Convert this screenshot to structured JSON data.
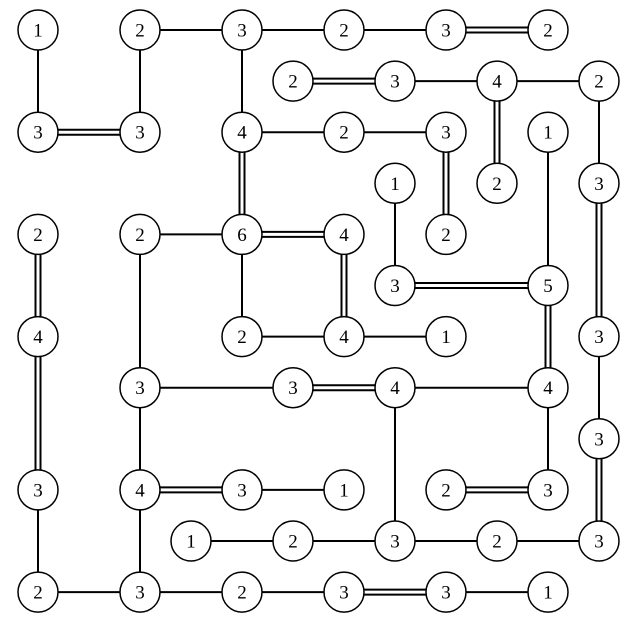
{
  "puzzle": {
    "type": "hashi",
    "nodes": [
      {
        "c": 0,
        "r": 0,
        "v": "1"
      },
      {
        "c": 2,
        "r": 0,
        "v": "2"
      },
      {
        "c": 4,
        "r": 0,
        "v": "3"
      },
      {
        "c": 6,
        "r": 0,
        "v": "2"
      },
      {
        "c": 8,
        "r": 0,
        "v": "3"
      },
      {
        "c": 10,
        "r": 0,
        "v": "2"
      },
      {
        "c": 5,
        "r": 1,
        "v": "2"
      },
      {
        "c": 7,
        "r": 1,
        "v": "3"
      },
      {
        "c": 9,
        "r": 1,
        "v": "4"
      },
      {
        "c": 11,
        "r": 1,
        "v": "2"
      },
      {
        "c": 0,
        "r": 2,
        "v": "3"
      },
      {
        "c": 2,
        "r": 2,
        "v": "3"
      },
      {
        "c": 4,
        "r": 2,
        "v": "4"
      },
      {
        "c": 6,
        "r": 2,
        "v": "2"
      },
      {
        "c": 8,
        "r": 2,
        "v": "3"
      },
      {
        "c": 10,
        "r": 2,
        "v": "1"
      },
      {
        "c": 7,
        "r": 3,
        "v": "1"
      },
      {
        "c": 9,
        "r": 3,
        "v": "2"
      },
      {
        "c": 11,
        "r": 3,
        "v": "3"
      },
      {
        "c": 0,
        "r": 4,
        "v": "2"
      },
      {
        "c": 2,
        "r": 4,
        "v": "2"
      },
      {
        "c": 4,
        "r": 4,
        "v": "6"
      },
      {
        "c": 6,
        "r": 4,
        "v": "4"
      },
      {
        "c": 8,
        "r": 4,
        "v": "2"
      },
      {
        "c": 7,
        "r": 5,
        "v": "3"
      },
      {
        "c": 10,
        "r": 5,
        "v": "5"
      },
      {
        "c": 0,
        "r": 6,
        "v": "4"
      },
      {
        "c": 4,
        "r": 6,
        "v": "2"
      },
      {
        "c": 6,
        "r": 6,
        "v": "4"
      },
      {
        "c": 8,
        "r": 6,
        "v": "1"
      },
      {
        "c": 11,
        "r": 6,
        "v": "3"
      },
      {
        "c": 2,
        "r": 7,
        "v": "3"
      },
      {
        "c": 5,
        "r": 7,
        "v": "3"
      },
      {
        "c": 7,
        "r": 7,
        "v": "4"
      },
      {
        "c": 10,
        "r": 7,
        "v": "4"
      },
      {
        "c": 11,
        "r": 8,
        "v": "3"
      },
      {
        "c": 0,
        "r": 9,
        "v": "3"
      },
      {
        "c": 2,
        "r": 9,
        "v": "4"
      },
      {
        "c": 4,
        "r": 9,
        "v": "3"
      },
      {
        "c": 6,
        "r": 9,
        "v": "1"
      },
      {
        "c": 8,
        "r": 9,
        "v": "2"
      },
      {
        "c": 10,
        "r": 9,
        "v": "3"
      },
      {
        "c": 3,
        "r": 10,
        "v": "1"
      },
      {
        "c": 5,
        "r": 10,
        "v": "2"
      },
      {
        "c": 7,
        "r": 10,
        "v": "3"
      },
      {
        "c": 9,
        "r": 10,
        "v": "2"
      },
      {
        "c": 11,
        "r": 10,
        "v": "3"
      },
      {
        "c": 0,
        "r": 11,
        "v": "2"
      },
      {
        "c": 2,
        "r": 11,
        "v": "3"
      },
      {
        "c": 4,
        "r": 11,
        "v": "2"
      },
      {
        "c": 6,
        "r": 11,
        "v": "3"
      },
      {
        "c": 8,
        "r": 11,
        "v": "3"
      },
      {
        "c": 10,
        "r": 11,
        "v": "1"
      }
    ],
    "bridges": [
      [
        [
          0,
          0
        ],
        [
          0,
          2
        ],
        1
      ],
      [
        [
          2,
          0
        ],
        [
          4,
          0
        ],
        1
      ],
      [
        [
          2,
          0
        ],
        [
          2,
          2
        ],
        1
      ],
      [
        [
          4,
          0
        ],
        [
          6,
          0
        ],
        1
      ],
      [
        [
          4,
          0
        ],
        [
          4,
          2
        ],
        1
      ],
      [
        [
          6,
          0
        ],
        [
          8,
          0
        ],
        1
      ],
      [
        [
          8,
          0
        ],
        [
          10,
          0
        ],
        2
      ],
      [
        [
          5,
          1
        ],
        [
          7,
          1
        ],
        2
      ],
      [
        [
          7,
          1
        ],
        [
          9,
          1
        ],
        1
      ],
      [
        [
          9,
          1
        ],
        [
          11,
          1
        ],
        1
      ],
      [
        [
          9,
          1
        ],
        [
          9,
          3
        ],
        2
      ],
      [
        [
          11,
          1
        ],
        [
          11,
          3
        ],
        1
      ],
      [
        [
          0,
          2
        ],
        [
          2,
          2
        ],
        2
      ],
      [
        [
          4,
          2
        ],
        [
          6,
          2
        ],
        1
      ],
      [
        [
          6,
          2
        ],
        [
          8,
          2
        ],
        1
      ],
      [
        [
          8,
          2
        ],
        [
          8,
          4
        ],
        2
      ],
      [
        [
          4,
          2
        ],
        [
          4,
          4
        ],
        2
      ],
      [
        [
          10,
          2
        ],
        [
          10,
          5
        ],
        1
      ],
      [
        [
          11,
          3
        ],
        [
          11,
          6
        ],
        2
      ],
      [
        [
          7,
          3
        ],
        [
          7,
          5
        ],
        1
      ],
      [
        [
          0,
          4
        ],
        [
          0,
          6
        ],
        2
      ],
      [
        [
          2,
          4
        ],
        [
          4,
          4
        ],
        1
      ],
      [
        [
          2,
          4
        ],
        [
          2,
          7
        ],
        1
      ],
      [
        [
          4,
          4
        ],
        [
          6,
          4
        ],
        2
      ],
      [
        [
          4,
          4
        ],
        [
          4,
          6
        ],
        1
      ],
      [
        [
          6,
          4
        ],
        [
          6,
          6
        ],
        2
      ],
      [
        [
          7,
          5
        ],
        [
          10,
          5
        ],
        2
      ],
      [
        [
          10,
          5
        ],
        [
          10,
          7
        ],
        2
      ],
      [
        [
          0,
          6
        ],
        [
          0,
          9
        ],
        2
      ],
      [
        [
          4,
          6
        ],
        [
          6,
          6
        ],
        1
      ],
      [
        [
          6,
          6
        ],
        [
          8,
          6
        ],
        1
      ],
      [
        [
          11,
          6
        ],
        [
          11,
          8
        ],
        1
      ],
      [
        [
          2,
          7
        ],
        [
          5,
          7
        ],
        1
      ],
      [
        [
          5,
          7
        ],
        [
          7,
          7
        ],
        2
      ],
      [
        [
          7,
          7
        ],
        [
          10,
          7
        ],
        1
      ],
      [
        [
          7,
          7
        ],
        [
          7,
          10
        ],
        1
      ],
      [
        [
          2,
          7
        ],
        [
          2,
          9
        ],
        1
      ],
      [
        [
          10,
          7
        ],
        [
          10,
          9
        ],
        1
      ],
      [
        [
          11,
          8
        ],
        [
          11,
          10
        ],
        2
      ],
      [
        [
          0,
          9
        ],
        [
          0,
          11
        ],
        1
      ],
      [
        [
          2,
          9
        ],
        [
          4,
          9
        ],
        2
      ],
      [
        [
          4,
          9
        ],
        [
          6,
          9
        ],
        1
      ],
      [
        [
          8,
          9
        ],
        [
          10,
          9
        ],
        2
      ],
      [
        [
          2,
          9
        ],
        [
          2,
          11
        ],
        1
      ],
      [
        [
          3,
          10
        ],
        [
          5,
          10
        ],
        1
      ],
      [
        [
          5,
          10
        ],
        [
          7,
          10
        ],
        1
      ],
      [
        [
          7,
          10
        ],
        [
          9,
          10
        ],
        1
      ],
      [
        [
          9,
          10
        ],
        [
          11,
          10
        ],
        1
      ],
      [
        [
          0,
          11
        ],
        [
          2,
          11
        ],
        1
      ],
      [
        [
          2,
          11
        ],
        [
          4,
          11
        ],
        1
      ],
      [
        [
          4,
          11
        ],
        [
          6,
          11
        ],
        1
      ],
      [
        [
          6,
          11
        ],
        [
          8,
          11
        ],
        2
      ],
      [
        [
          8,
          11
        ],
        [
          10,
          11
        ],
        1
      ]
    ]
  }
}
